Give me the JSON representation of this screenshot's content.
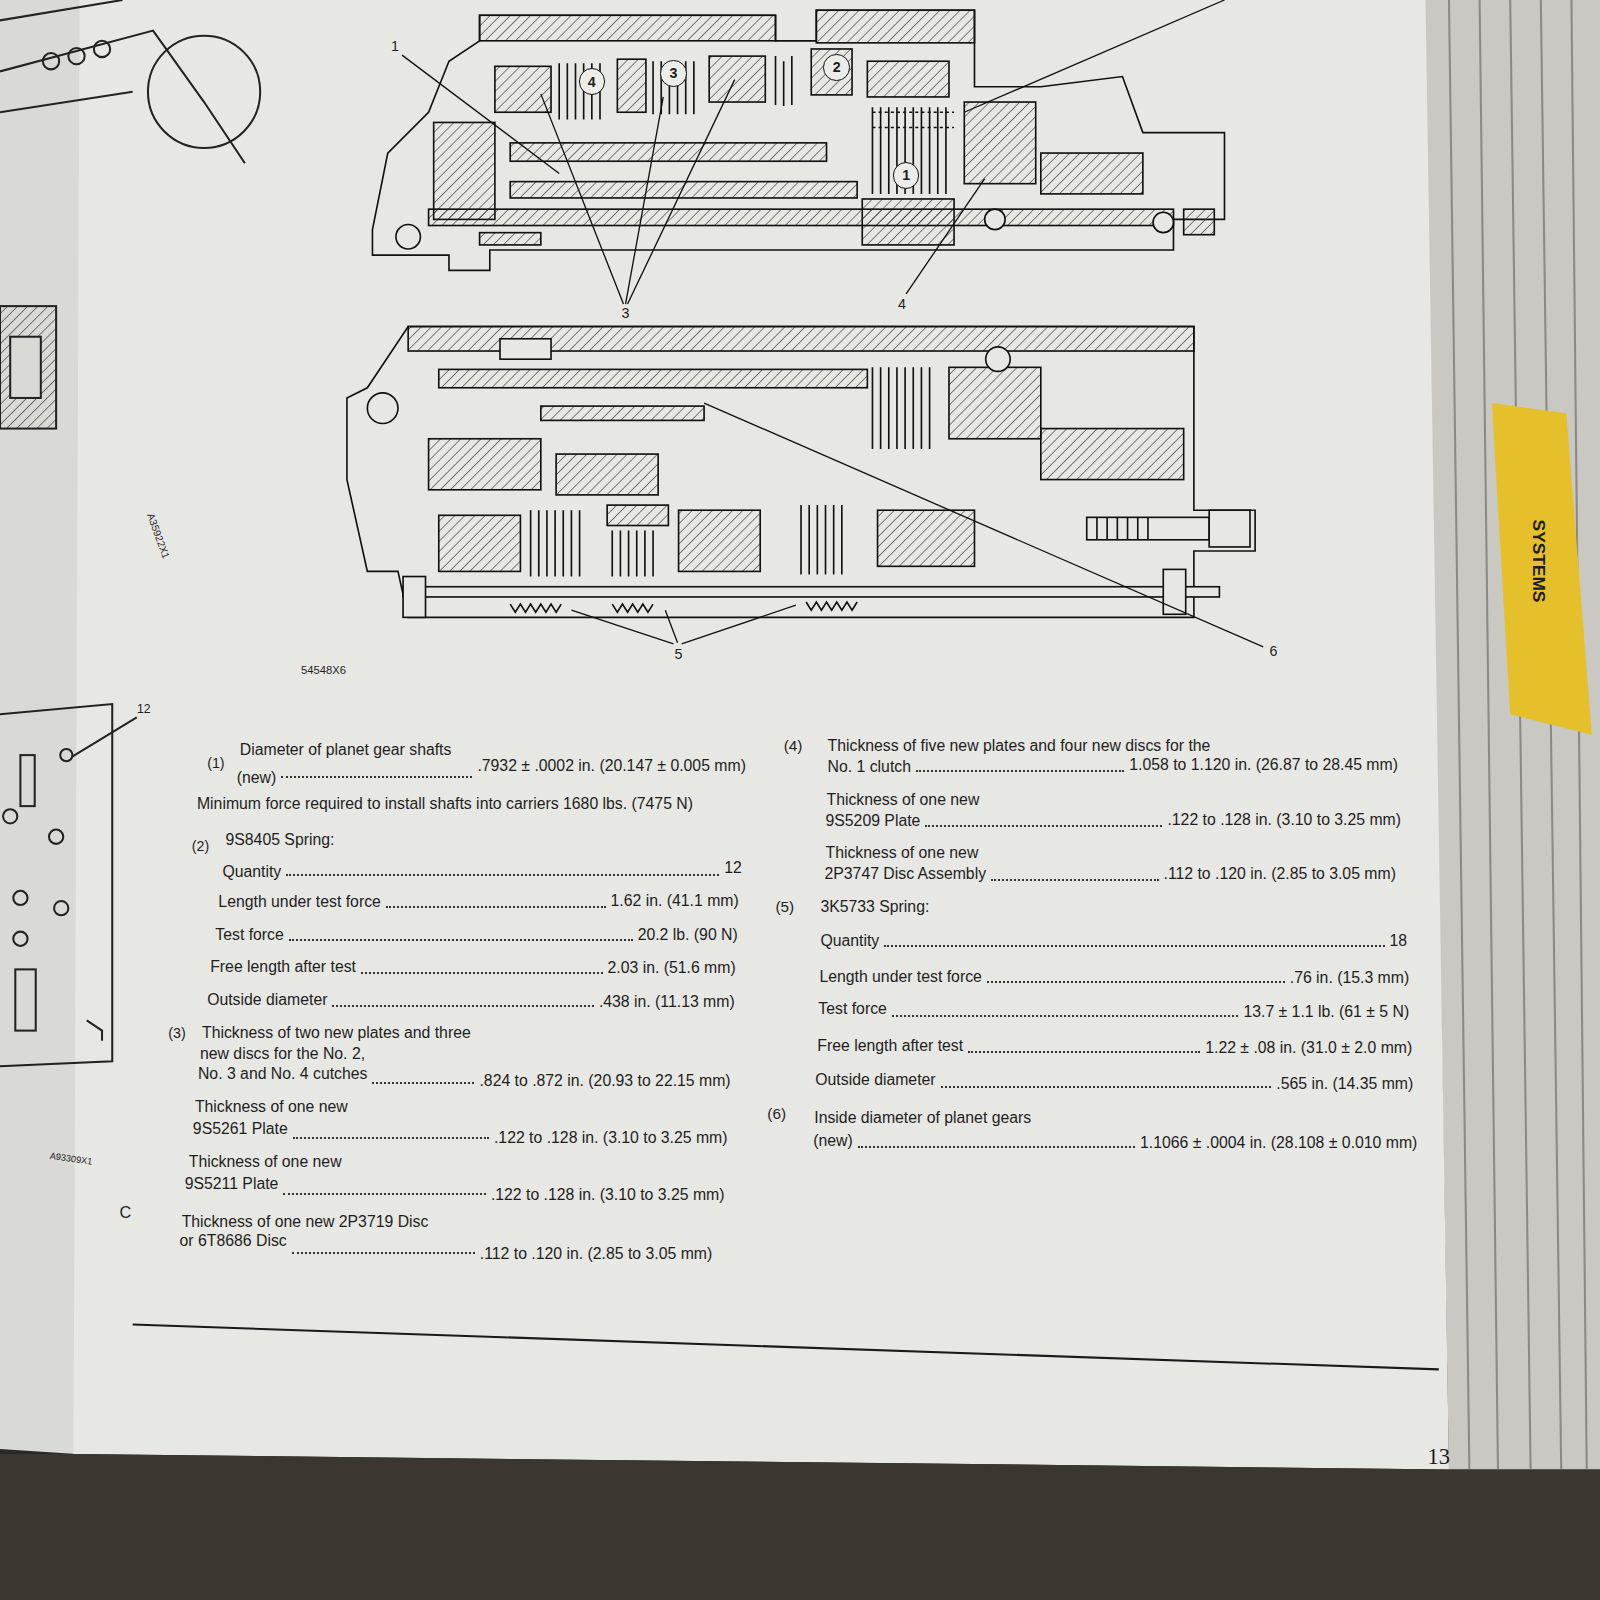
{
  "diagram": {
    "nodes": [
      {
        "text": [
          "4"
        ]
      },
      {
        "text": [
          "3"
        ]
      },
      {
        "text": [
          "2"
        ]
      },
      {
        "text": [
          "1"
        ]
      }
    ],
    "labels": [
      "1",
      "3",
      "4",
      "5",
      "6",
      "54548X6",
      "A35922X1",
      "12",
      "A93309X1",
      "C",
      "SYSTEMS",
      "(1)",
      "Diameter of planet gear shafts",
      "(new)",
      ".7932 ± .0002 in. (20.147 ± 0.005 mm)",
      "Minimum force required to install shafts into carriers 1680 lbs. (7475 N)",
      "(2)",
      "9S8405 Spring:",
      "Quantity",
      "12",
      "Length under test force",
      "1.62 in. (41.1 mm)",
      "Test force",
      "20.2 lb. (90 N)",
      "Free length after test",
      "2.03 in. (51.6 mm)",
      "Outside diameter",
      ".438 in. (11.13 mm)",
      "(3)",
      "Thickness of two new plates and three",
      "new discs for the No. 2,",
      "No. 3 and No. 4 cutches",
      ".824 to .872 in. (20.93 to 22.15 mm)",
      "Thickness of one new",
      "9S5261 Plate",
      ".122 to .128 in. (3.10 to 3.25 mm)",
      "Thickness of one new",
      "9S5211 Plate",
      ".122 to .128 in. (3.10 to 3.25 mm)",
      "Thickness of one new 2P3719 Disc",
      "or 6T8686 Disc",
      ".112 to .120 in. (2.85 to 3.05 mm)",
      "(4)",
      "Thickness of five new plates and four new discs for the",
      "No. 1 clutch",
      "1.058 to 1.120 in. (26.87 to 28.45 mm)",
      "Thickness of one new",
      "9S5209 Plate",
      ".122 to .128 in. (3.10 to 3.25 mm)",
      "Thickness of one new",
      "2P3747 Disc Assembly",
      ".112 to .120 in. (2.85 to 3.05 mm)",
      "(5)",
      "3K5733 Spring:",
      "Quantity",
      "18",
      "Length under test force",
      ".76 in. (15.3 mm)",
      "Test force",
      "13.7 ± 1.1 lb. (61 ± 5 N)",
      "Free length after test",
      "1.22 ± .08 in. (31.0 ± 2.0 mm)",
      "Outside diameter",
      ".565 in. (14.35 mm)",
      "(6)",
      "Inside diameter of planet gears",
      "(new)",
      "1.1066 ± .0004 in. (28.108 ± 0.010 mm)",
      "13"
    ]
  }
}
